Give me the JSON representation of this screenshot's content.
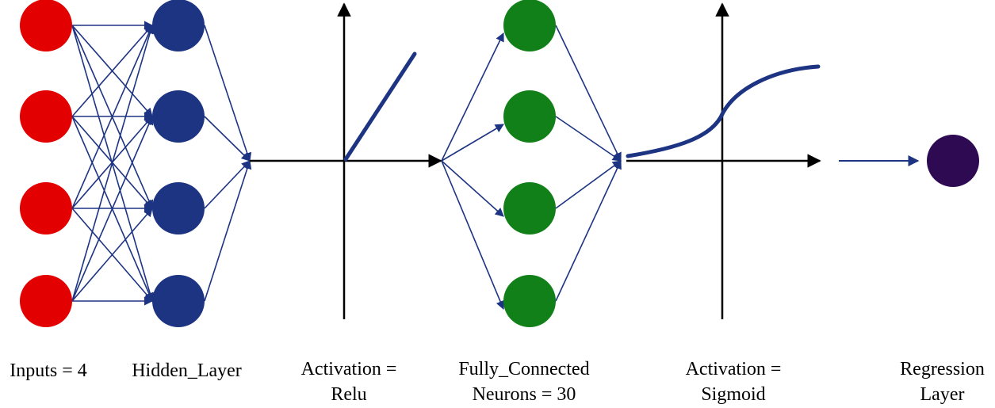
{
  "labels": {
    "inputs": "Inputs = 4",
    "hidden": "Hidden_Layer",
    "relu_line1": "Activation =",
    "relu_line2": "Relu",
    "fc_line1": "Fully_Connected",
    "fc_line2": "Neurons = 30",
    "sigmoid_line1": "Activation =",
    "sigmoid_line2": "Sigmoid",
    "regression_line1": "Regression",
    "regression_line2": "Layer"
  },
  "colors": {
    "input_node": "#e20000",
    "hidden_node": "#1d3483",
    "fc_node": "#128019",
    "output_node": "#2e0a52",
    "connection": "#1d3483",
    "axis": "#000000",
    "curve": "#1d3483"
  },
  "layers": {
    "input_count": 4,
    "hidden_count": 4,
    "fc_count": 4,
    "output_count": 1
  }
}
